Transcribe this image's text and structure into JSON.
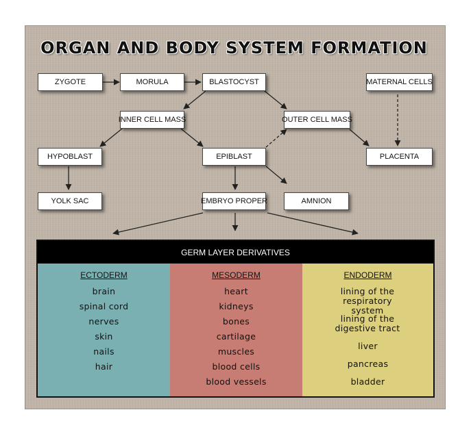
{
  "title": "ORGAN AND BODY SYSTEM FORMATION",
  "nodes": {
    "zygote": "ZYGOTE",
    "morula": "MORULA",
    "blastocyst": "BLASTOCYST",
    "maternal_cells": "MATERNAL CELLS",
    "inner_cell_mass": "INNER CELL MASS",
    "outer_cell_mass": "OUTER CELL MASS",
    "hypoblast": "HYPOBLAST",
    "epiblast": "EPIBLAST",
    "placenta": "PLACENTA",
    "yolk_sac": "YOLK SAC",
    "embryo_proper": "EMBRYO PROPER",
    "amnion": "AMNION"
  },
  "germ_layers": {
    "heading": "GERM LAYER DERIVATIVES",
    "ectoderm": {
      "title": "ECTODERM",
      "items": [
        "brain",
        "spinal cord",
        "nerves",
        "skin",
        "nails",
        "hair"
      ]
    },
    "mesoderm": {
      "title": "MESODERM",
      "items": [
        "heart",
        "kidneys",
        "bones",
        "cartilage",
        "muscles",
        "blood cells",
        "blood vessels"
      ]
    },
    "endoderm": {
      "title": "ENDODERM",
      "items": [
        "lining of the respiratory system",
        "lining of the digestive tract",
        "liver",
        "pancreas",
        "bladder"
      ]
    }
  },
  "colors": {
    "ectoderm": "#7bb0b2",
    "mesoderm": "#c77d73",
    "endoderm": "#dccf7e",
    "panel": "#bfb4a7"
  }
}
